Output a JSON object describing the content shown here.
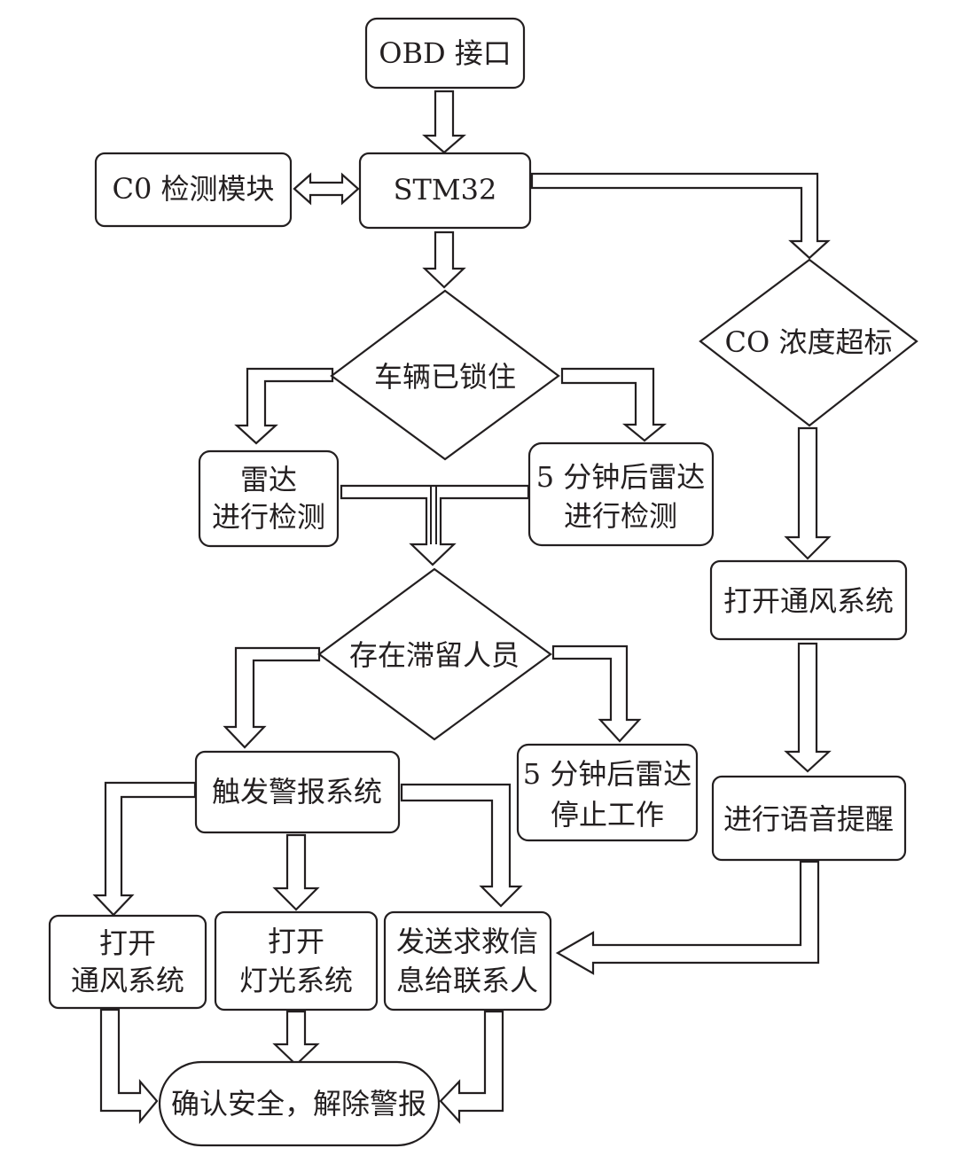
{
  "nodes": {
    "obd": "OBD 接口",
    "stm32": "STM32",
    "co_module": "C0 检测模块",
    "vehicle_locked": "车辆已锁住",
    "radar_detect": [
      "雷达",
      "进行检测"
    ],
    "radar_5min": [
      "5 分钟后雷达",
      "进行检测"
    ],
    "co_exceed": "CO 浓度超标",
    "vent_open_right": "打开通风系统",
    "voice_alert": "进行语音提醒",
    "people_stranded": "存在滞留人员",
    "alarm": "触发警报系统",
    "radar_stop": [
      "5 分钟后雷达",
      "停止工作"
    ],
    "open_vent": [
      "打开",
      "通风系统"
    ],
    "open_light": [
      "打开",
      "灯光系统"
    ],
    "send_sos": [
      "发送求救信",
      "息给联系人"
    ],
    "confirm_safe": "确认安全，解除警报"
  }
}
